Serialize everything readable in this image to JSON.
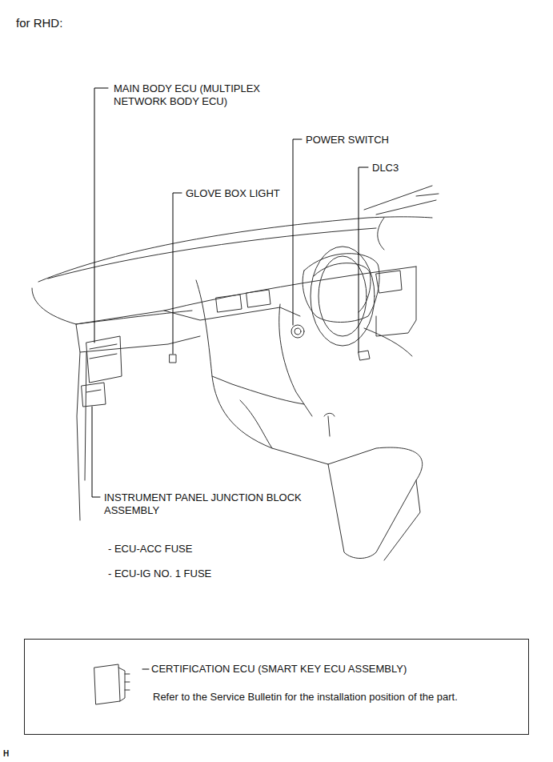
{
  "diagram": {
    "title": "for RHD:",
    "nodes": [
      {
        "text": [
          "CERTIFICATION ECU (SMART KEY ECU ASSEMBLY)",
          "Refer to the Service Bulletin for the installation position of the part."
        ]
      }
    ],
    "labels": [
      "MAIN BODY ECU (MULTIPLEX NETWORK BODY ECU)",
      "POWER SWITCH",
      "DLC3",
      "GLOVE BOX LIGHT",
      "INSTRUMENT PANEL JUNCTION BLOCK ASSEMBLY",
      "- ECU-ACC FUSE",
      "- ECU-IG NO. 1 FUSE",
      "H"
    ]
  }
}
